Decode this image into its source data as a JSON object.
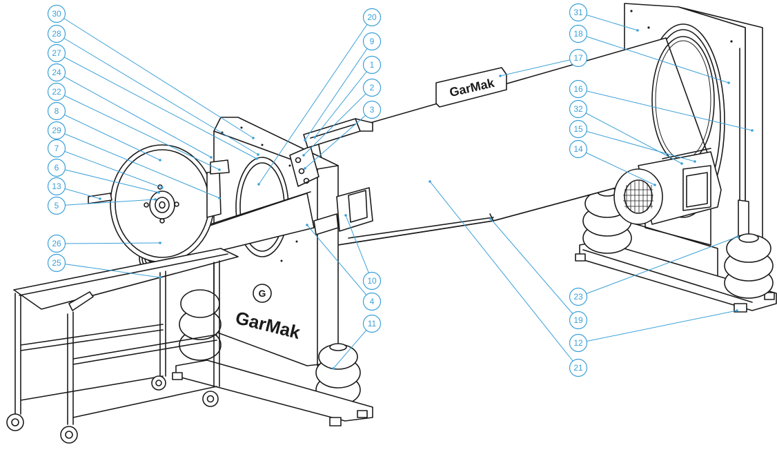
{
  "colors": {
    "callout": "#3aa0d8",
    "ink": "#1a1a1a"
  },
  "brand": {
    "top_plate": "GarMak",
    "side_panel": "GarMak",
    "logo_letter": "G"
  },
  "callouts": [
    {
      "id": "c30",
      "label": "30"
    },
    {
      "id": "c28",
      "label": "28"
    },
    {
      "id": "c27",
      "label": "27"
    },
    {
      "id": "c24",
      "label": "24"
    },
    {
      "id": "c22",
      "label": "22"
    },
    {
      "id": "c8",
      "label": "8"
    },
    {
      "id": "c29",
      "label": "29"
    },
    {
      "id": "c7",
      "label": "7"
    },
    {
      "id": "c6",
      "label": "6"
    },
    {
      "id": "c13",
      "label": "13"
    },
    {
      "id": "c5",
      "label": "5"
    },
    {
      "id": "c26",
      "label": "26"
    },
    {
      "id": "c25",
      "label": "25"
    },
    {
      "id": "c20",
      "label": "20"
    },
    {
      "id": "c9",
      "label": "9"
    },
    {
      "id": "c1",
      "label": "1"
    },
    {
      "id": "c2",
      "label": "2"
    },
    {
      "id": "c3",
      "label": "3"
    },
    {
      "id": "c10",
      "label": "10"
    },
    {
      "id": "c4",
      "label": "4"
    },
    {
      "id": "c11",
      "label": "11"
    },
    {
      "id": "c31",
      "label": "31"
    },
    {
      "id": "c18",
      "label": "18"
    },
    {
      "id": "c17",
      "label": "17"
    },
    {
      "id": "c16",
      "label": "16"
    },
    {
      "id": "c32",
      "label": "32"
    },
    {
      "id": "c15",
      "label": "15"
    },
    {
      "id": "c14",
      "label": "14"
    },
    {
      "id": "c23",
      "label": "23"
    },
    {
      "id": "c19",
      "label": "19"
    },
    {
      "id": "c12",
      "label": "12"
    },
    {
      "id": "c21",
      "label": "21"
    }
  ]
}
